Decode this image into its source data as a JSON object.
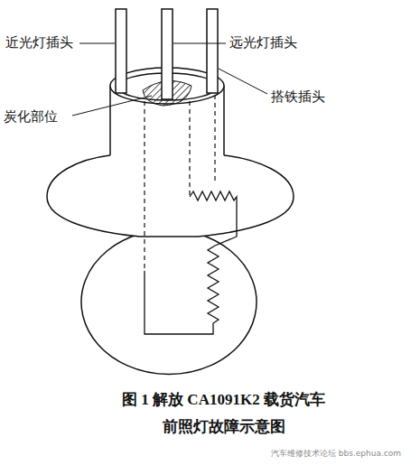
{
  "diagram": {
    "caption": "图 1 解放 CA1091K2 载货汽车 前照灯故障示意图",
    "labels": [
      "近光灯插头",
      "远光灯插头",
      "搭铁插头",
      "炭化部位",
      "汽车维修技术论坛 bbs.ephua.com"
    ]
  }
}
